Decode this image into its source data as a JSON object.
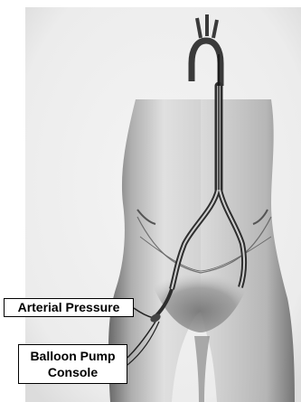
{
  "labels": {
    "arterial_pressure": "Arterial Pressure",
    "balloon_pump_line1": "Balloon Pump",
    "balloon_pump_line2": "Console"
  },
  "colors": {
    "background": "#ffffff",
    "paper": "#f1f1f1",
    "label_border": "#000000",
    "label_text": "#000000"
  }
}
